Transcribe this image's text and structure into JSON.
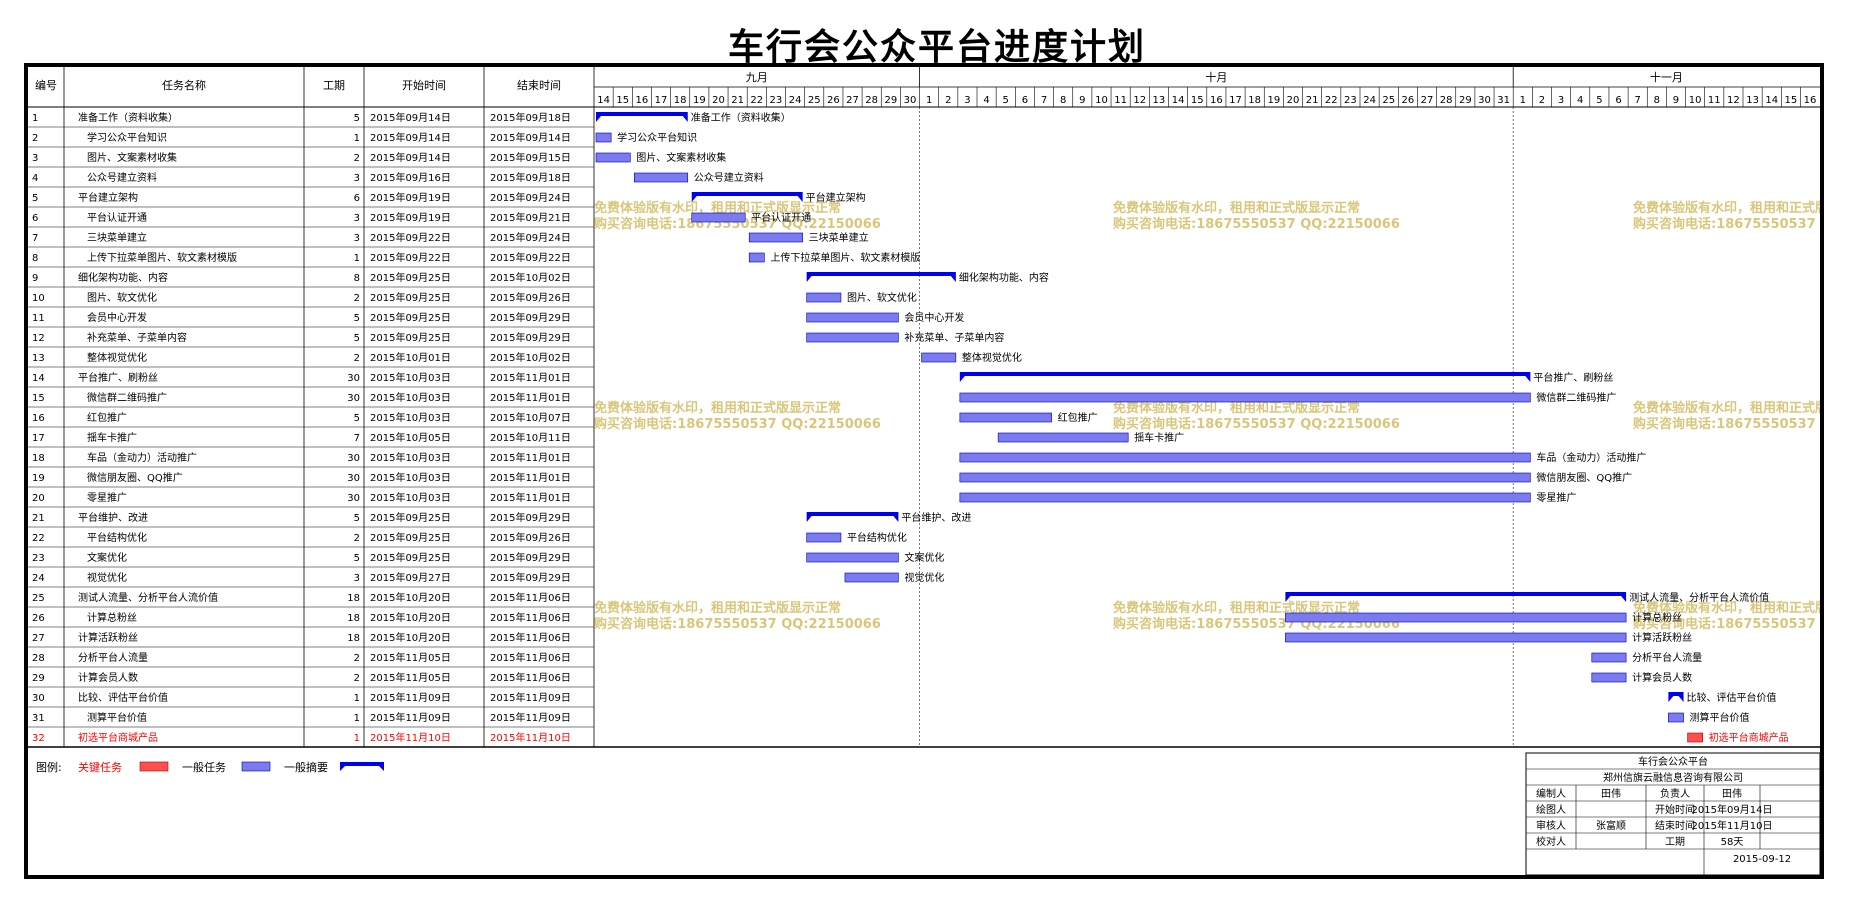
{
  "title": "车行会公众平台进度计划",
  "headers": {
    "id": "编号",
    "name": "任务名称",
    "duration": "工期",
    "start": "开始时间",
    "end": "结束时间"
  },
  "months": [
    {
      "label": "九月",
      "days": [
        14,
        15,
        16,
        17,
        18,
        19,
        20,
        21,
        22,
        23,
        24,
        25,
        26,
        27,
        28,
        29,
        30
      ]
    },
    {
      "label": "十月",
      "days": [
        1,
        2,
        3,
        4,
        5,
        6,
        7,
        8,
        9,
        10,
        11,
        12,
        13,
        14,
        15,
        16,
        17,
        18,
        19,
        20,
        21,
        22,
        23,
        24,
        25,
        26,
        27,
        28,
        29,
        30,
        31
      ]
    },
    {
      "label": "十一月",
      "days": [
        1,
        2,
        3,
        4,
        5,
        6,
        7,
        8,
        9,
        10,
        11,
        12,
        13,
        14,
        15,
        16
      ]
    }
  ],
  "tasks": [
    {
      "id": "1",
      "name": "准备工作（资料收集）",
      "duration": "5",
      "start": "2015年09月14日",
      "end": "2015年09月18日",
      "type": "summary",
      "indent": 0
    },
    {
      "id": "2",
      "name": "学习公众平台知识",
      "duration": "1",
      "start": "2015年09月14日",
      "end": "2015年09月14日",
      "type": "task",
      "indent": 1
    },
    {
      "id": "3",
      "name": "图片、文案素材收集",
      "duration": "2",
      "start": "2015年09月14日",
      "end": "2015年09月15日",
      "type": "task",
      "indent": 1
    },
    {
      "id": "4",
      "name": "公众号建立资料",
      "duration": "3",
      "start": "2015年09月16日",
      "end": "2015年09月18日",
      "type": "task",
      "indent": 1
    },
    {
      "id": "5",
      "name": "平台建立架构",
      "duration": "6",
      "start": "2015年09月19日",
      "end": "2015年09月24日",
      "type": "summary",
      "indent": 0
    },
    {
      "id": "6",
      "name": "平台认证开通",
      "duration": "3",
      "start": "2015年09月19日",
      "end": "2015年09月21日",
      "type": "task",
      "indent": 1
    },
    {
      "id": "7",
      "name": "三块菜单建立",
      "duration": "3",
      "start": "2015年09月22日",
      "end": "2015年09月24日",
      "type": "task",
      "indent": 1
    },
    {
      "id": "8",
      "name": "上传下拉菜单图片、软文素材模版",
      "duration": "1",
      "start": "2015年09月22日",
      "end": "2015年09月22日",
      "type": "task",
      "indent": 1
    },
    {
      "id": "9",
      "name": "细化架构功能、内容",
      "duration": "8",
      "start": "2015年09月25日",
      "end": "2015年10月02日",
      "type": "summary",
      "indent": 0
    },
    {
      "id": "10",
      "name": "图片、软文优化",
      "duration": "2",
      "start": "2015年09月25日",
      "end": "2015年09月26日",
      "type": "task",
      "indent": 1
    },
    {
      "id": "11",
      "name": "会员中心开发",
      "duration": "5",
      "start": "2015年09月25日",
      "end": "2015年09月29日",
      "type": "task",
      "indent": 1
    },
    {
      "id": "12",
      "name": "补充菜单、子菜单内容",
      "duration": "5",
      "start": "2015年09月25日",
      "end": "2015年09月29日",
      "type": "task",
      "indent": 1
    },
    {
      "id": "13",
      "name": "整体视觉优化",
      "duration": "2",
      "start": "2015年10月01日",
      "end": "2015年10月02日",
      "type": "task",
      "indent": 1
    },
    {
      "id": "14",
      "name": "平台推广、刷粉丝",
      "duration": "30",
      "start": "2015年10月03日",
      "end": "2015年11月01日",
      "type": "summary",
      "indent": 0
    },
    {
      "id": "15",
      "name": "微信群二维码推广",
      "duration": "30",
      "start": "2015年10月03日",
      "end": "2015年11月01日",
      "type": "task",
      "indent": 1
    },
    {
      "id": "16",
      "name": "红包推广",
      "duration": "5",
      "start": "2015年10月03日",
      "end": "2015年10月07日",
      "type": "task",
      "indent": 1
    },
    {
      "id": "17",
      "name": "揺车卡推广",
      "duration": "7",
      "start": "2015年10月05日",
      "end": "2015年10月11日",
      "type": "task",
      "indent": 1
    },
    {
      "id": "18",
      "name": "车品（金动力）活动推广",
      "duration": "30",
      "start": "2015年10月03日",
      "end": "2015年11月01日",
      "type": "task",
      "indent": 1
    },
    {
      "id": "19",
      "name": "微信朋友圈、QQ推广",
      "duration": "30",
      "start": "2015年10月03日",
      "end": "2015年11月01日",
      "type": "task",
      "indent": 1
    },
    {
      "id": "20",
      "name": "零星推广",
      "duration": "30",
      "start": "2015年10月03日",
      "end": "2015年11月01日",
      "type": "task",
      "indent": 1
    },
    {
      "id": "21",
      "name": "平台维护、改进",
      "duration": "5",
      "start": "2015年09月25日",
      "end": "2015年09月29日",
      "type": "summary",
      "indent": 0
    },
    {
      "id": "22",
      "name": "平台结构优化",
      "duration": "2",
      "start": "2015年09月25日",
      "end": "2015年09月26日",
      "type": "task",
      "indent": 1
    },
    {
      "id": "23",
      "name": "文案优化",
      "duration": "5",
      "start": "2015年09月25日",
      "end": "2015年09月29日",
      "type": "task",
      "indent": 1
    },
    {
      "id": "24",
      "name": "视觉优化",
      "duration": "3",
      "start": "2015年09月27日",
      "end": "2015年09月29日",
      "type": "task",
      "indent": 1
    },
    {
      "id": "25",
      "name": "测试人流量、分析平台人流价值",
      "duration": "18",
      "start": "2015年10月20日",
      "end": "2015年11月06日",
      "type": "summary",
      "indent": 0
    },
    {
      "id": "26",
      "name": "计算总粉丝",
      "duration": "18",
      "start": "2015年10月20日",
      "end": "2015年11月06日",
      "type": "task",
      "indent": 1
    },
    {
      "id": "27",
      "name": "计算活跃粉丝",
      "duration": "18",
      "start": "2015年10月20日",
      "end": "2015年11月06日",
      "type": "task",
      "indent": 0
    },
    {
      "id": "28",
      "name": "分析平台人流量",
      "duration": "2",
      "start": "2015年11月05日",
      "end": "2015年11月06日",
      "type": "task",
      "indent": 0
    },
    {
      "id": "29",
      "name": "计算会员人数",
      "duration": "2",
      "start": "2015年11月05日",
      "end": "2015年11月06日",
      "type": "task",
      "indent": 0
    },
    {
      "id": "30",
      "name": "比较、评估平台价值",
      "duration": "1",
      "start": "2015年11月09日",
      "end": "2015年11月09日",
      "type": "summary",
      "indent": 0
    },
    {
      "id": "31",
      "name": "测算平台价值",
      "duration": "1",
      "start": "2015年11月09日",
      "end": "2015年11月09日",
      "type": "task",
      "indent": 1
    },
    {
      "id": "32",
      "name": "初选平台商城产品",
      "duration": "1",
      "start": "2015年11月10日",
      "end": "2015年11月10日",
      "type": "critical",
      "indent": 0
    }
  ],
  "legend": {
    "label": "图例:",
    "critical": "关键任务",
    "task": "一般任务",
    "summary": "一般摘要"
  },
  "watermark": {
    "line1": "免费体验版有水印，租用和正式版显示正常",
    "line2": "购买咨询电话:18675550537 QQ:22150066"
  },
  "info": {
    "project": "车行会公众平台",
    "company": "郑州信旗云融信息咨询有限公司",
    "editor_label": "编制人",
    "editor": "田伟",
    "owner_label": "负责人",
    "owner": "田伟",
    "drawer_label": "绘图人",
    "drawer": "",
    "start_label": "开始时间",
    "start": "2015年09月14日",
    "reviewer_label": "审核人",
    "reviewer": "张富顺",
    "end_label": "结束时间",
    "end": "2015年11月10日",
    "checker_label": "校对人",
    "checker": "",
    "duration_label": "工期",
    "duration": "58天",
    "date": "2015-09-12"
  },
  "colors": {
    "summary": "#0000ee",
    "task_fill": "#7b7bf0",
    "task_border": "#0000aa",
    "critical": "#ff5050",
    "critical_text": "#ff0000",
    "watermark": "#d8c77a",
    "sep": "#555555"
  }
}
